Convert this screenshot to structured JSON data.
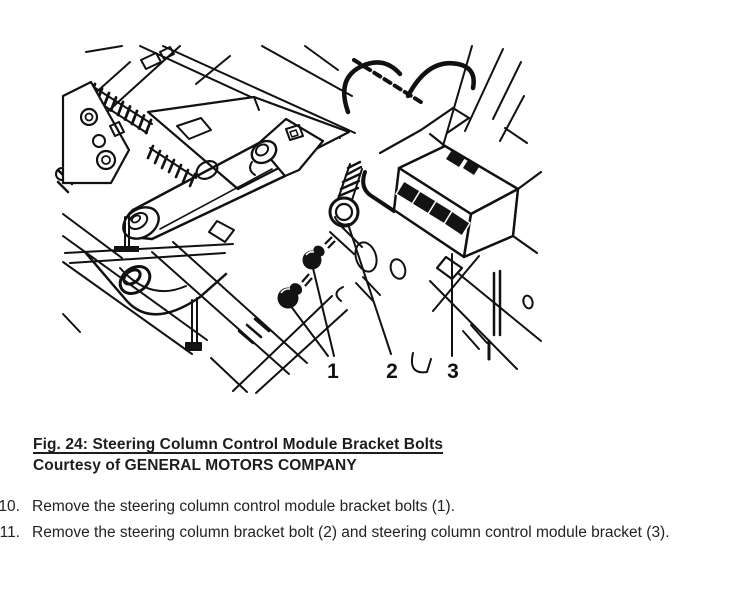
{
  "page": {
    "background": "#ffffff",
    "ink": "#161616"
  },
  "figure": {
    "caption_title": "Fig. 24: Steering Column Control Module Bracket Bolts",
    "caption_credit": "Courtesy of GENERAL MOTORS COMPANY",
    "callouts": [
      {
        "label": "1"
      },
      {
        "label": "2"
      },
      {
        "label": "3"
      }
    ]
  },
  "steps": [
    {
      "number": "10.",
      "text": "Remove the steering column control module bracket bolts (1)."
    },
    {
      "number": "11.",
      "text": "Remove the steering column bracket bolt (2) and steering column control module bracket (3)."
    }
  ]
}
